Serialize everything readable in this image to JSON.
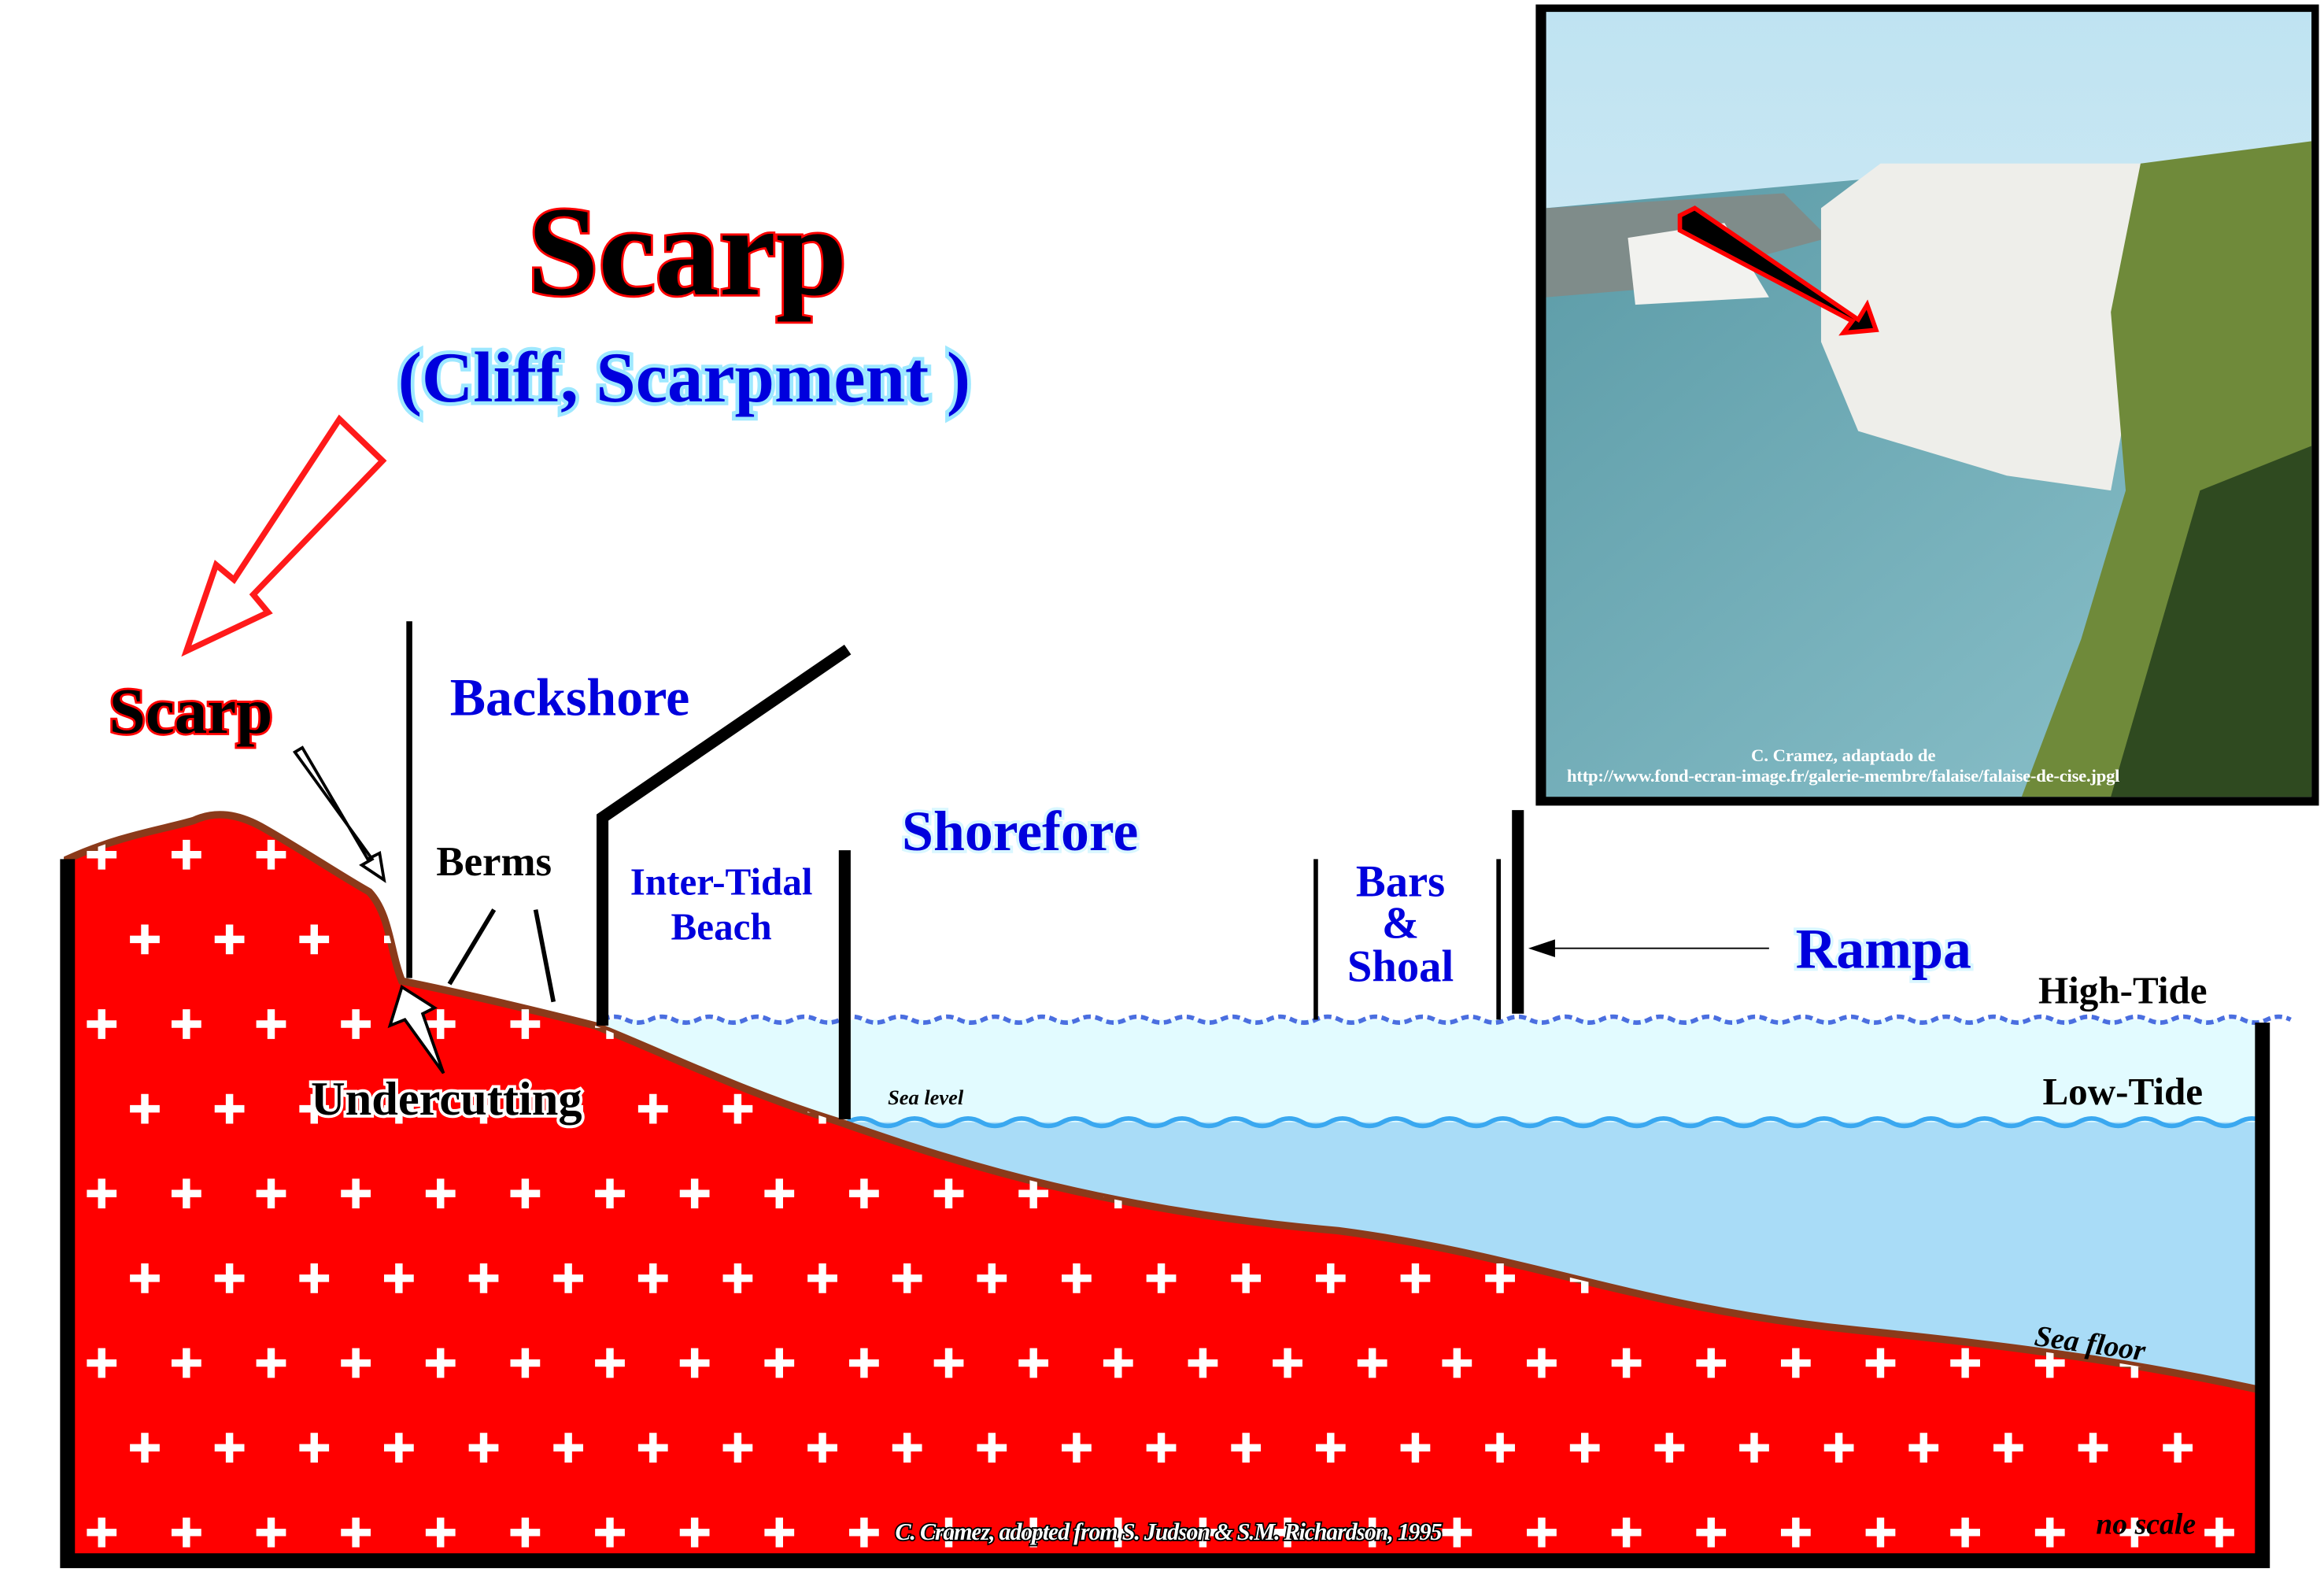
{
  "title": "Scarp",
  "subtitle": "(Cliff, Scarpment )",
  "labels": {
    "scarp": "Scarp",
    "backshore": "Backshore",
    "berms": "Berms",
    "undercutting": "Undercutting",
    "inter_tidal_1": "Inter-Tidal",
    "inter_tidal_2": "Beach",
    "shorefore": "Shorefore",
    "bars_1": "Bars",
    "bars_2": "&",
    "bars_3": "Shoal",
    "rampa": "Rampa",
    "high_tide": "High-Tide",
    "low_tide": "Low-Tide",
    "sea_level": "Sea level",
    "sea_floor": "Sea floor",
    "no_scale": "no scale"
  },
  "credit": "C. Cramez, adopted from  S. Judson & S.M. Richardson, 1995",
  "photo": {
    "credit_1": "C. Cramez, adaptado de",
    "credit_2": "http://www.fond-ecran-image.fr/galerie-membre/falaise/falaise-de-cise.jpgl"
  },
  "colors": {
    "land": "#ff0000",
    "land_edge": "#8b3a1a",
    "label_blue": "#0000dd",
    "water_high": "#e2fbff",
    "water_low": "#a9dcf7"
  }
}
